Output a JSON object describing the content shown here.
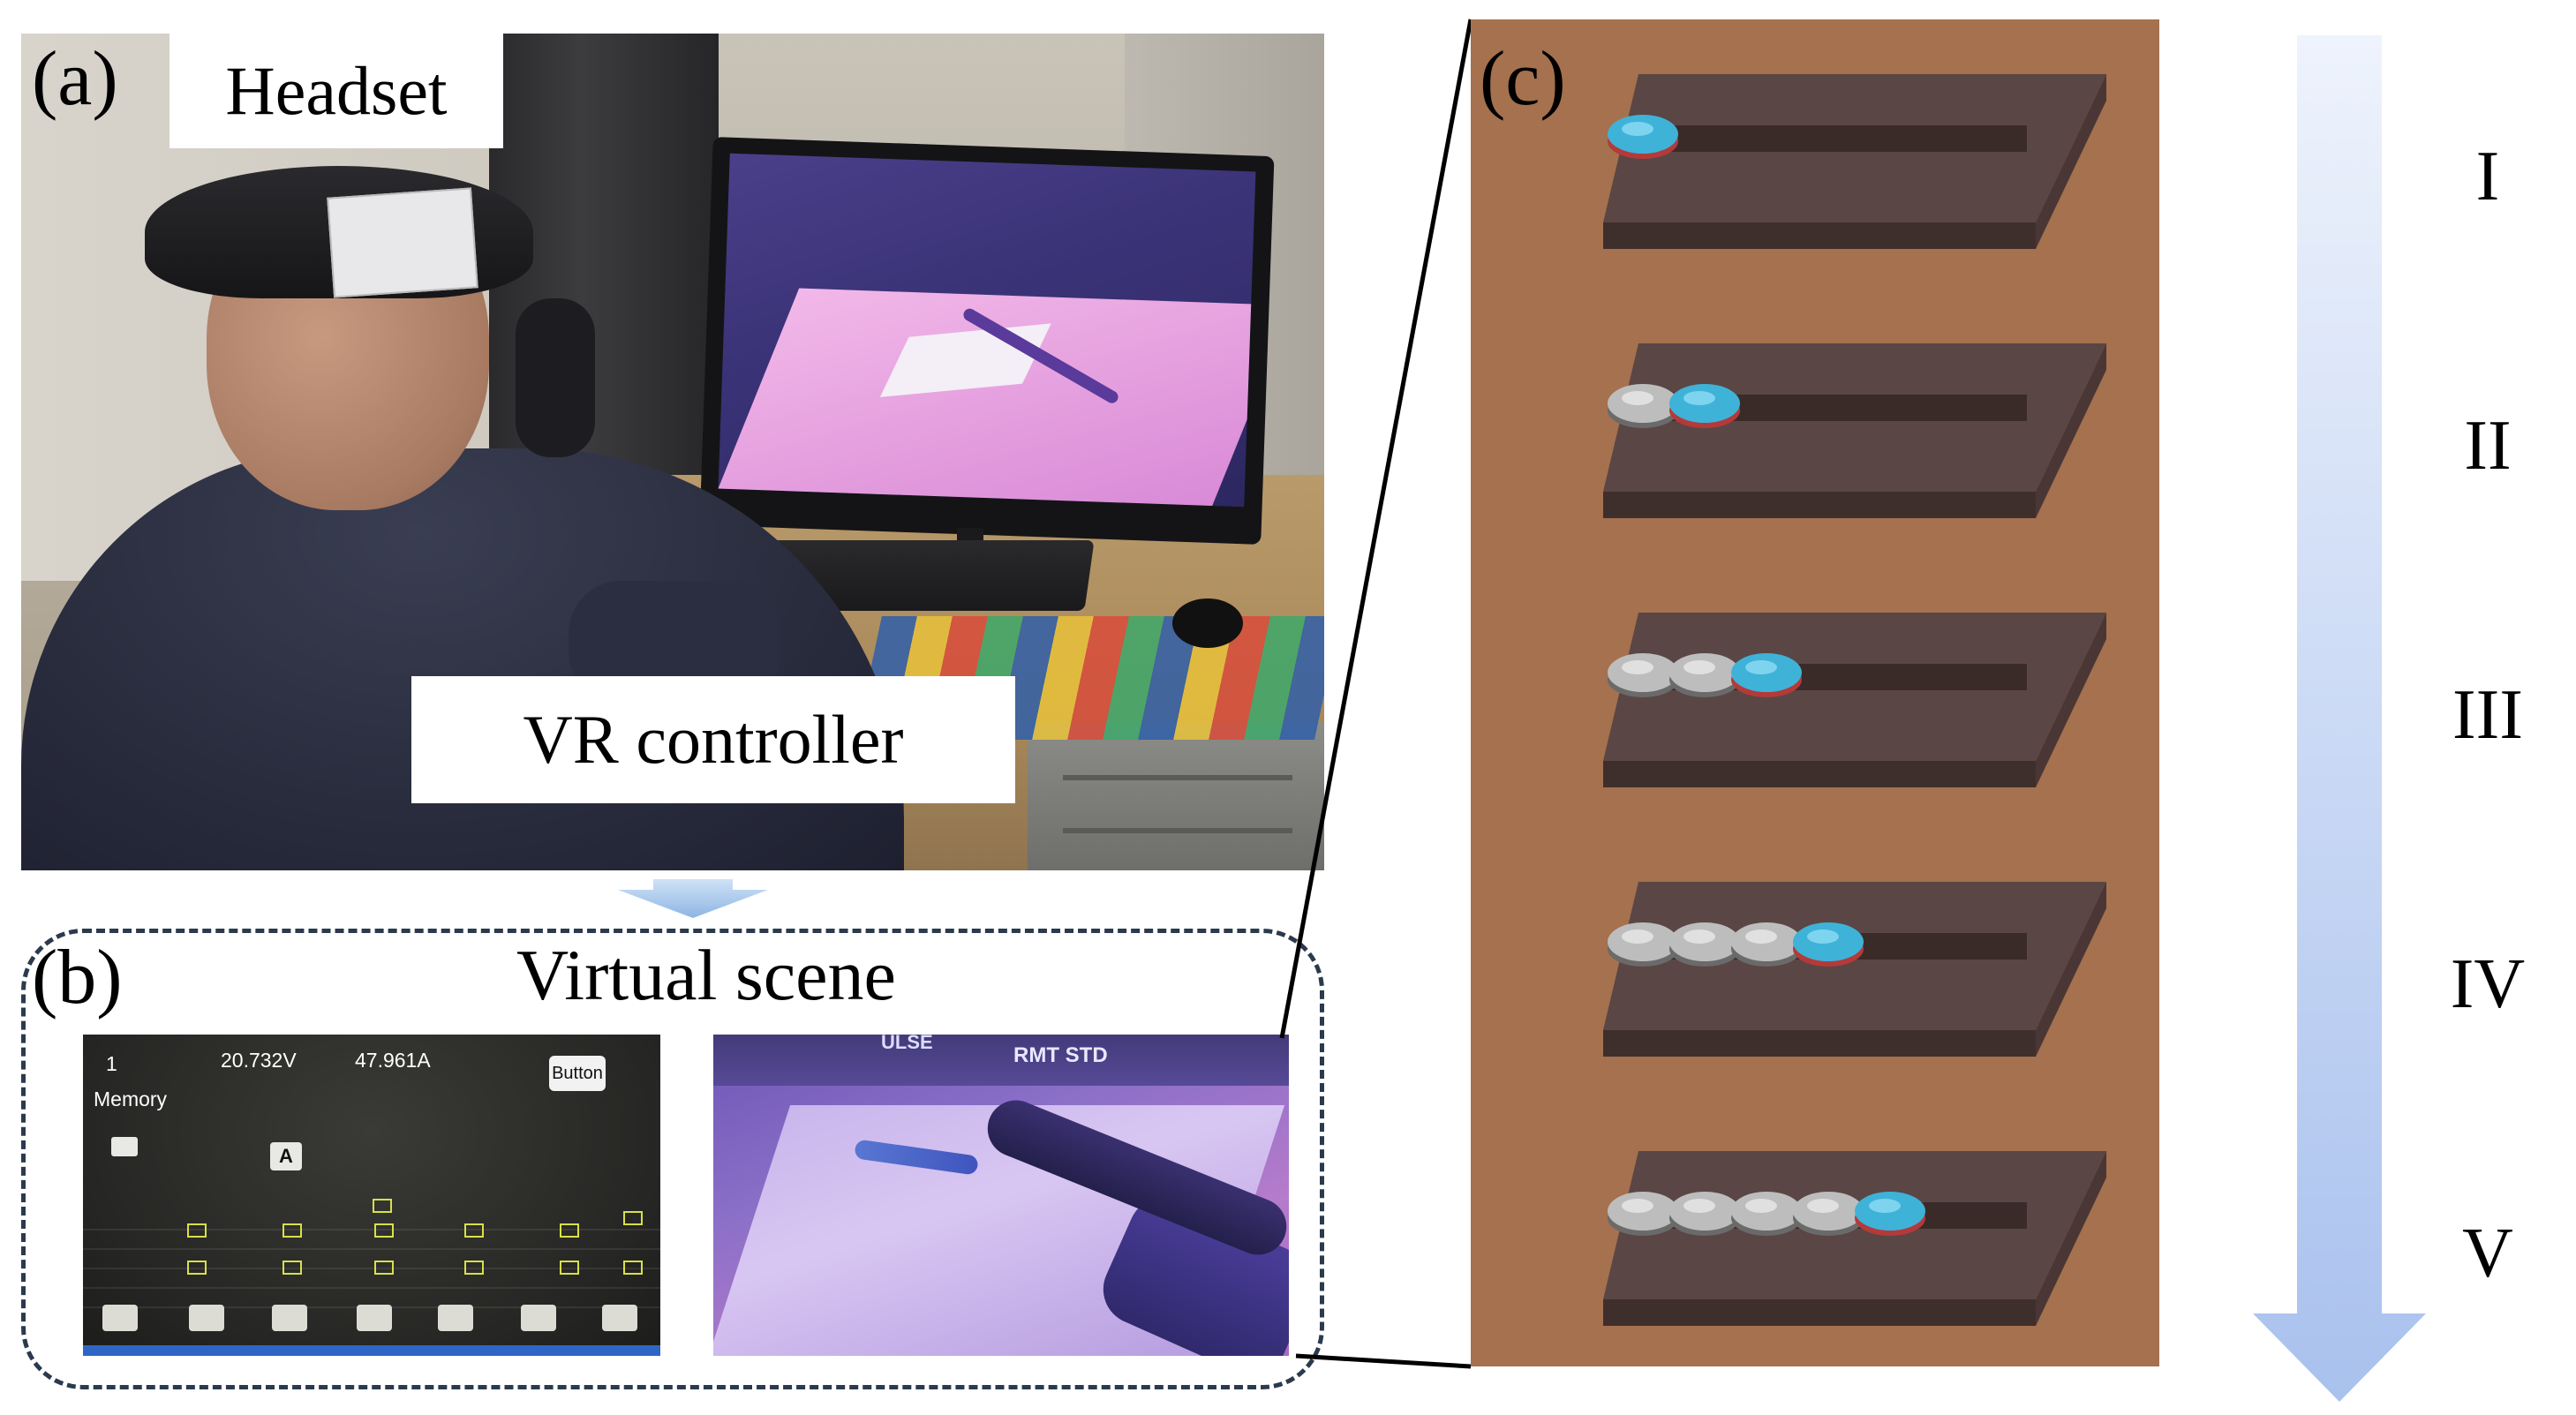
{
  "panel_a": {
    "label": "(a)",
    "headset_label": "Headset",
    "vr_controller_label": "VR controller"
  },
  "panel_b": {
    "label": "(b)",
    "title": "Virtual scene",
    "ui": {
      "memory_index": "1",
      "voltage": "20.732V",
      "current": "47.961A",
      "memory_label": "Memory",
      "button_label": "Button",
      "a_icon": "A"
    },
    "vr_view": {
      "header_text_1": "RMT STD",
      "header_text_2": "ULSE"
    }
  },
  "panel_c": {
    "label": "(c)",
    "stages": [
      {
        "numeral": "I",
        "grey_discs": 0,
        "blue_discs": 1
      },
      {
        "numeral": "II",
        "grey_discs": 1,
        "blue_discs": 1
      },
      {
        "numeral": "III",
        "grey_discs": 2,
        "blue_discs": 1
      },
      {
        "numeral": "IV",
        "grey_discs": 3,
        "blue_discs": 1
      },
      {
        "numeral": "V",
        "grey_discs": 4,
        "blue_discs": 1
      }
    ]
  },
  "colors": {
    "scene_background": "#a5714e",
    "plate_top": "#5a4645",
    "disc_blue": "#3fb2d8",
    "disc_grey": "#bdbdbd",
    "arrow_fill": "#b7cbf2",
    "dashed_frame": "#2b3a4d"
  },
  "icons": {
    "flow_arrow": "down-arrow-icon",
    "progress_arrow": "progress-arrow-icon"
  }
}
